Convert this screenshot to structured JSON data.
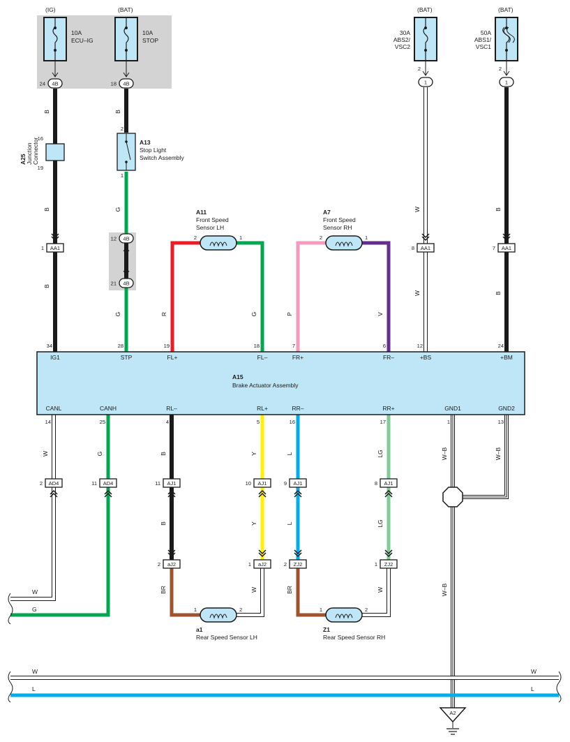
{
  "colors": {
    "B": "#1a1a1a",
    "G": "#00a650",
    "R": "#ed1c24",
    "P": "#f49ac1",
    "V": "#662d91",
    "W": "#ffffff",
    "Y": "#fff200",
    "L": "#00aeef",
    "LG": "#7fcc98",
    "BR": "#a0522d",
    "WB": "#ffffff",
    "component_fill": "#bfe6f6",
    "shaded_area": "#d3d3d3"
  },
  "fuses": {
    "ecu_ig": {
      "supply": "(IG)",
      "rating": "10A",
      "name": "ECU–IG",
      "pin": "24",
      "conn": "4B"
    },
    "stop": {
      "supply": "(BAT)",
      "rating": "10A",
      "name": "STOP",
      "pin": "18",
      "conn": "4B"
    },
    "abs2": {
      "supply": "(BAT)",
      "rating": "30A",
      "name1": "ABS2/",
      "name2": "VSC2",
      "pin": "2",
      "conn": "1"
    },
    "abs1": {
      "supply": "(BAT)",
      "rating": "50A",
      "name1": "ABS1/",
      "name2": "VSC1",
      "pin": "2",
      "conn": "1"
    }
  },
  "junction": {
    "code": "A25",
    "name1": "Junction",
    "name2": "Connector",
    "pin_top": "16",
    "pin_bottom": "19"
  },
  "stop_switch": {
    "code": "A13",
    "name1": "Stop Light",
    "name2": "Switch Assembly",
    "pin_top": "2",
    "pin_bottom": "1"
  },
  "connector_4b_mid": {
    "pin_a": "12",
    "pin_b": "21",
    "label": "4B"
  },
  "front_sensor_lh": {
    "code": "A11",
    "name1": "Front Speed",
    "name2": "Sensor LH",
    "pin_left": "2",
    "pin_right": "1"
  },
  "front_sensor_rh": {
    "code": "A7",
    "name1": "Front Speed",
    "name2": "Sensor RH",
    "pin_left": "2",
    "pin_right": "1"
  },
  "rear_sensor_lh": {
    "code": "a1",
    "name": "Rear Speed Sensor LH",
    "pin_left": "1",
    "pin_right": "2"
  },
  "rear_sensor_rh": {
    "code": "Z1",
    "name": "Rear Speed Sensor RH",
    "pin_left": "1",
    "pin_right": "2"
  },
  "actuator": {
    "code": "A15",
    "name": "Brake Actuator Assembly",
    "top_terminals": [
      {
        "label": "IG1",
        "pin": "34"
      },
      {
        "label": "STP",
        "pin": "28"
      },
      {
        "label": "FL+",
        "pin": "19"
      },
      {
        "label": "FL–",
        "pin": "18"
      },
      {
        "label": "FR+",
        "pin": "7"
      },
      {
        "label": "FR–",
        "pin": "6"
      },
      {
        "label": "+BS",
        "pin": "12"
      },
      {
        "label": "+BM",
        "pin": "24"
      }
    ],
    "bottom_terminals": [
      {
        "label": "CANL",
        "pin": "14"
      },
      {
        "label": "CANH",
        "pin": "25"
      },
      {
        "label": "RL–",
        "pin": "4"
      },
      {
        "label": "RL+",
        "pin": "5"
      },
      {
        "label": "RR–",
        "pin": "16"
      },
      {
        "label": "RR+",
        "pin": "17"
      },
      {
        "label": "GND1",
        "pin": "1"
      },
      {
        "label": "GND2",
        "pin": "13"
      }
    ]
  },
  "connectors": [
    {
      "name": "AA1",
      "pin": "1"
    },
    {
      "name": "AA1",
      "pin": "8"
    },
    {
      "name": "AA1",
      "pin": "7"
    },
    {
      "name": "AD4",
      "pin": "2"
    },
    {
      "name": "AD4",
      "pin": "11"
    },
    {
      "name": "AJ1",
      "pin": "11"
    },
    {
      "name": "AJ1",
      "pin": "10"
    },
    {
      "name": "AJ1",
      "pin": "9"
    },
    {
      "name": "AJ1",
      "pin": "8"
    },
    {
      "name": "aJ2",
      "pin": "2"
    },
    {
      "name": "aJ2",
      "pin": "1"
    },
    {
      "name": "ZJ2",
      "pin": "2"
    },
    {
      "name": "ZJ2",
      "pin": "1"
    }
  ],
  "wire_labels": {
    "B": "B",
    "G": "G",
    "R": "R",
    "P": "P",
    "V": "V",
    "W": "W",
    "Y": "Y",
    "L": "L",
    "LG": "LG",
    "BR": "BR",
    "WB": "W–B"
  },
  "bus_labels": {
    "w": "W",
    "g": "G",
    "l": "L"
  },
  "ground": {
    "code": "A2"
  }
}
